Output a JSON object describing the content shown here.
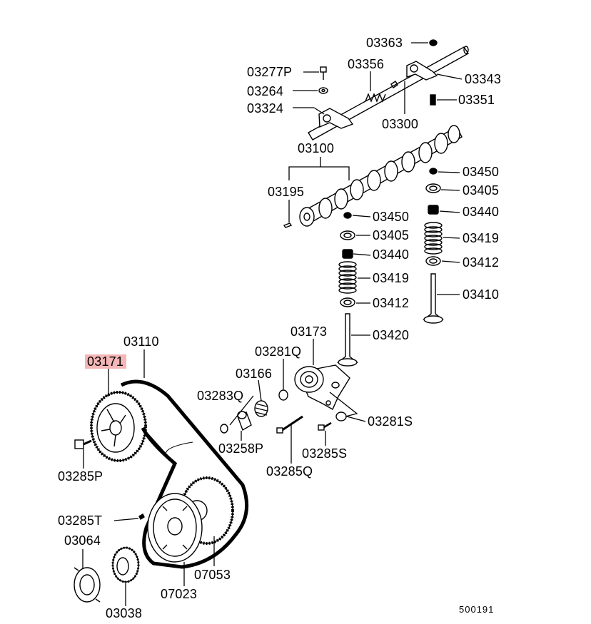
{
  "diagram": {
    "labels": {
      "p03363": "03363",
      "p03277P": "03277P",
      "p03356": "03356",
      "p03343": "03343",
      "p03264": "03264",
      "p03351": "03351",
      "p03324": "03324",
      "p03300": "03300",
      "p03100": "03100",
      "p03450a": "03450",
      "p03405a": "03405",
      "p03195": "03195",
      "p03440a": "03440",
      "p03450b": "03450",
      "p03419a": "03419",
      "p03405b": "03405",
      "p03440b": "03440",
      "p03412a": "03412",
      "p03419b": "03419",
      "p03410": "03410",
      "p03412b": "03412",
      "p03173": "03173",
      "p03420": "03420",
      "p03110": "03110",
      "p03281Q": "03281Q",
      "p03171": "03171",
      "p03166": "03166",
      "p03283Q": "03283Q",
      "p03281S": "03281S",
      "p03258P": "03258P",
      "p03285S": "03285S",
      "p03285P": "03285P",
      "p03285Q": "03285Q",
      "p03285T": "03285T",
      "p03064": "03064",
      "p07053": "07053",
      "p07023": "07023",
      "p03038": "03038"
    },
    "figure_code": "500191",
    "highlight_color": "#f4b6b6"
  }
}
